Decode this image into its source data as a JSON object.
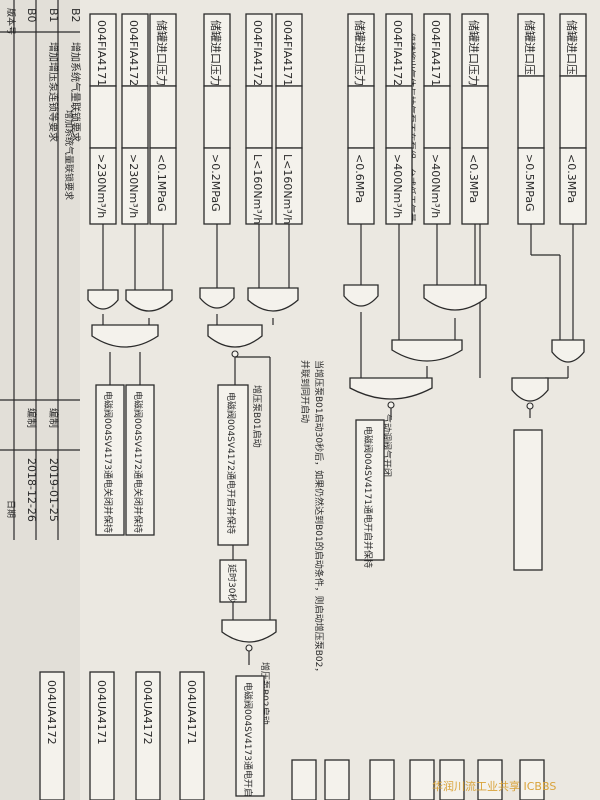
{
  "columns": [
    {
      "label": "储罐进口压力",
      "condition": "<0.3MPa"
    },
    {
      "label": "储罐进口压力",
      "condition": ">0.5MPaG"
    },
    {
      "label": "储罐进口压力",
      "condition": "<0.3MPa"
    },
    {
      "label": "004FIA4171",
      "condition": ">400Nm³/h",
      "note": "一级精馏出气体与抽气泵不在泵组一台或低于气量"
    },
    {
      "label": "004FIA4172",
      "condition": ">400Nm³/h",
      "action_note": "气动调阀气开闭",
      "output": "电磁阀004SV4171通电开启并保持"
    },
    {
      "label": "储罐进口压力",
      "condition": "<0.6MPa"
    },
    {
      "label": "004FIA4171",
      "condition": "L<160Nm³/h",
      "annotation": "当增压泵B01启动30秒后，如果仍然达到B01的启动条件，则启动增压泵B02，",
      "annotation_2": "并联到同开启动",
      "action_note": "增压泵B01启动",
      "output": "电磁阀004SV4172通电开启并保持",
      "delay": "延时30秒",
      "next_note": "增压泵B02启动",
      "next_output": "电磁阀004SV4173通电开启"
    },
    {
      "label": "004FIA4172",
      "condition": "L<160Nm³/h"
    },
    {
      "label": "储罐进口压力",
      "condition": ">0.2MPaG"
    },
    {
      "label": "储罐进口压力",
      "condition": "<0.1MPaG",
      "output": "电磁阀004SV4173通电关闭并保持"
    },
    {
      "label": "004FIA4172",
      "condition": ">230Nm³/h",
      "output": "电磁阀004SV4172通电关闭并保持"
    },
    {
      "label": "004FIA4171",
      "condition": ">230Nm³/h",
      "note": "增加系统气量联锁要求"
    }
  ],
  "title_block": {
    "header": {
      "version": "版本号",
      "date": "日期"
    },
    "rows": [
      {
        "code": "B2",
        "description": "增加系统气量联锁要求"
      },
      {
        "code": "B1",
        "description": "增加增压泵连锁等要求",
        "role": "编制",
        "date": "2019-01-25"
      },
      {
        "code": "B0",
        "role": "编制",
        "date": "2018-12-26"
      }
    ]
  },
  "bottom_tags": [
    "004UA4171",
    "004UA4172",
    "004UA4171",
    "004UA4172"
  ],
  "watermark": "华润川流工业共享 ICBBS"
}
